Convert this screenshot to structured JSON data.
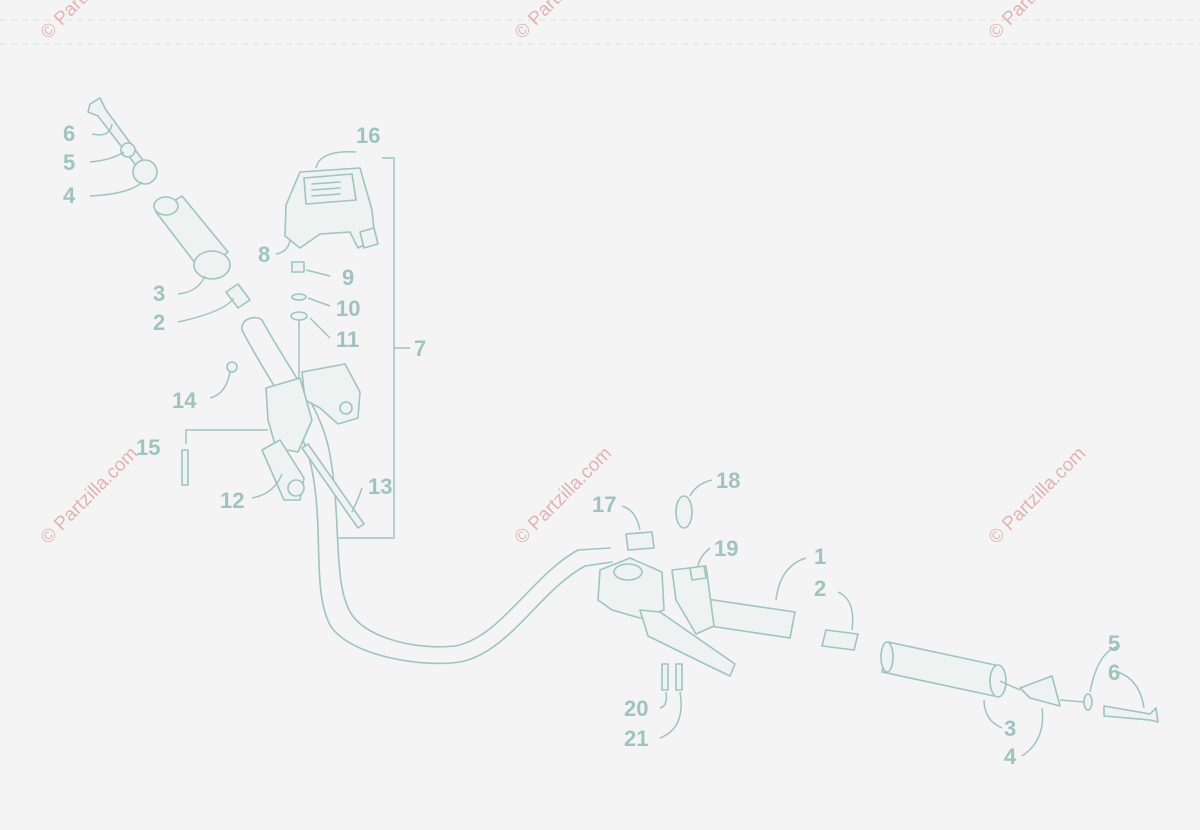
{
  "watermark": "© Partzilla.com",
  "colors": {
    "line": "#9fc3c0",
    "background": "#f4f4f4",
    "watermark": "#e2b3b3"
  },
  "callouts": {
    "l6": "6",
    "l5": "5",
    "l4": "4",
    "l3": "3",
    "l2": "2",
    "l16": "16",
    "l8": "8",
    "l9": "9",
    "l10": "10",
    "l11": "11",
    "l7": "7",
    "l14": "14",
    "l15": "15",
    "l12": "12",
    "l13": "13",
    "l18": "18",
    "l17": "17",
    "l19": "19",
    "l1": "1",
    "r2": "2",
    "r5": "5",
    "r6": "6",
    "r3": "3",
    "r4": "4",
    "l20": "20",
    "l21": "21"
  }
}
